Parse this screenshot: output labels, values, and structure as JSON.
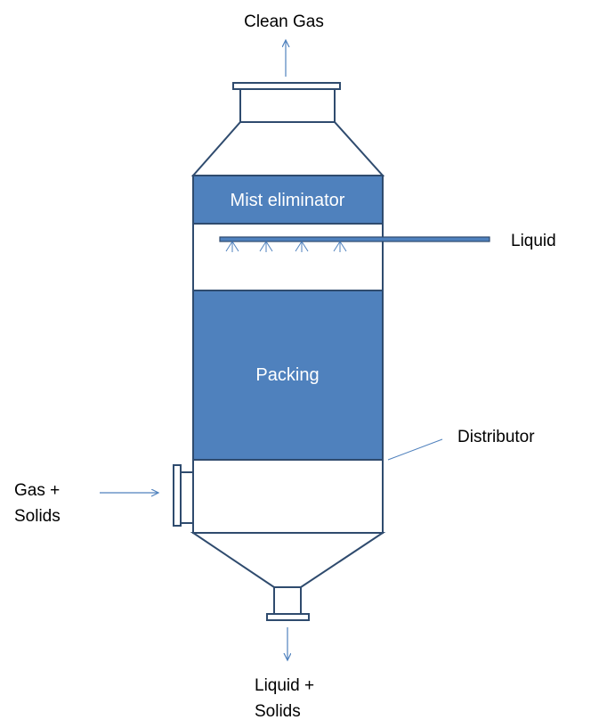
{
  "labels": {
    "clean_gas": "Clean Gas",
    "mist_eliminator": "Mist eliminator",
    "liquid": "Liquid",
    "packing": "Packing",
    "distributor": "Distributor",
    "gas_solids_line1": "Gas +",
    "gas_solids_line2": "Solids",
    "liquid_solids_line1": "Liquid +",
    "liquid_solids_line2": "Solids"
  },
  "colors": {
    "outline": "#2F4B6E",
    "fill_blue": "#4F81BD",
    "arrow": "#4F81BD",
    "background": "#FFFFFF"
  }
}
